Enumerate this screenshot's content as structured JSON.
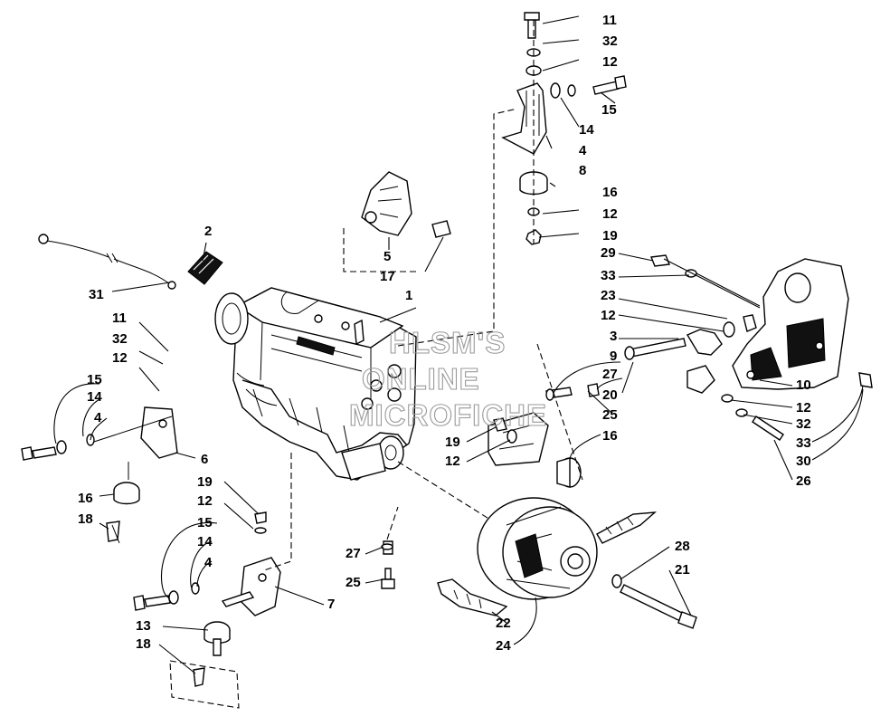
{
  "watermark": {
    "line1": "HLSM'S",
    "line2": "ONLINE",
    "line3": "MICROFICHE"
  },
  "callouts": [
    {
      "id": "c-11-top",
      "text": "11"
    },
    {
      "id": "c-32-top",
      "text": "32"
    },
    {
      "id": "c-12-top",
      "text": "12"
    },
    {
      "id": "c-15-top",
      "text": "15"
    },
    {
      "id": "c-14-top",
      "text": "14"
    },
    {
      "id": "c-4-top",
      "text": "4"
    },
    {
      "id": "c-8",
      "text": "8"
    },
    {
      "id": "c-16-top",
      "text": "16"
    },
    {
      "id": "c-12-mid",
      "text": "12"
    },
    {
      "id": "c-19-top",
      "text": "19"
    },
    {
      "id": "c-2",
      "text": "2"
    },
    {
      "id": "c-5",
      "text": "5"
    },
    {
      "id": "c-17",
      "text": "17"
    },
    {
      "id": "c-1",
      "text": "1"
    },
    {
      "id": "c-31",
      "text": "31"
    },
    {
      "id": "c-11-left",
      "text": "11"
    },
    {
      "id": "c-32-left",
      "text": "32"
    },
    {
      "id": "c-12-left",
      "text": "12"
    },
    {
      "id": "c-15-left",
      "text": "15"
    },
    {
      "id": "c-14-left",
      "text": "14"
    },
    {
      "id": "c-4-left",
      "text": "4"
    },
    {
      "id": "c-6",
      "text": "6"
    },
    {
      "id": "c-16-left",
      "text": "16"
    },
    {
      "id": "c-18-left",
      "text": "18"
    },
    {
      "id": "c-19-low",
      "text": "19"
    },
    {
      "id": "c-12-low",
      "text": "12"
    },
    {
      "id": "c-15-low",
      "text": "15"
    },
    {
      "id": "c-14-low",
      "text": "14"
    },
    {
      "id": "c-4-low",
      "text": "4"
    },
    {
      "id": "c-7",
      "text": "7"
    },
    {
      "id": "c-13",
      "text": "13"
    },
    {
      "id": "c-18-low",
      "text": "18"
    },
    {
      "id": "c-29",
      "text": "29"
    },
    {
      "id": "c-33-top",
      "text": "33"
    },
    {
      "id": "c-23",
      "text": "23"
    },
    {
      "id": "c-12-right",
      "text": "12"
    },
    {
      "id": "c-3",
      "text": "3"
    },
    {
      "id": "c-9",
      "text": "9"
    },
    {
      "id": "c-27-right",
      "text": "27"
    },
    {
      "id": "c-20",
      "text": "20"
    },
    {
      "id": "c-25-right",
      "text": "25"
    },
    {
      "id": "c-19-mid",
      "text": "19"
    },
    {
      "id": "c-12-mid2",
      "text": "12"
    },
    {
      "id": "c-16-mid",
      "text": "16"
    },
    {
      "id": "c-10",
      "text": "10"
    },
    {
      "id": "c-12-far",
      "text": "12"
    },
    {
      "id": "c-32-far",
      "text": "32"
    },
    {
      "id": "c-33-far",
      "text": "33"
    },
    {
      "id": "c-30",
      "text": "30"
    },
    {
      "id": "c-26",
      "text": "26"
    },
    {
      "id": "c-27-low",
      "text": "27"
    },
    {
      "id": "c-25-low",
      "text": "25"
    },
    {
      "id": "c-28",
      "text": "28"
    },
    {
      "id": "c-21",
      "text": "21"
    },
    {
      "id": "c-22",
      "text": "22"
    },
    {
      "id": "c-24",
      "text": "24"
    }
  ]
}
